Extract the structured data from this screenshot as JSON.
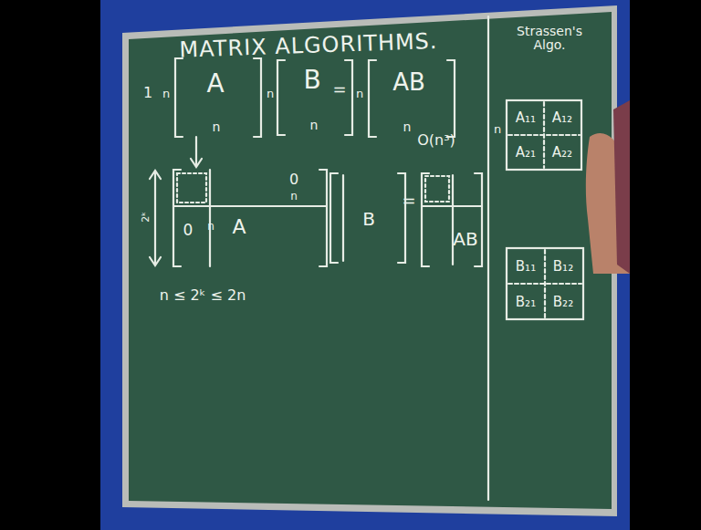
{
  "diagram": {
    "title": "MATRIX ALGORITHMS.",
    "nodes": [
      {
        "text": [
          "A₁₁"
        ]
      },
      {
        "text": [
          "A₁₂"
        ]
      },
      {
        "text": [
          "A₂₁"
        ]
      },
      {
        "text": [
          "A₂₂"
        ]
      },
      {
        "text": [
          "B₁₁"
        ]
      },
      {
        "text": [
          "B₁₂"
        ]
      },
      {
        "text": [
          "B₂₁"
        ]
      },
      {
        "text": [
          "B₂₂"
        ]
      }
    ],
    "labels": [
      "1",
      "n",
      "A",
      "n",
      "n",
      "B",
      "n",
      "=",
      "n",
      "AB",
      "n",
      "O(n³)",
      "0",
      "n",
      "0",
      "n",
      "A",
      "2ᵏ",
      "B",
      "=",
      "AB",
      "n ≤ 2ᵏ ≤ 2n",
      "Strassen's Algo.",
      "n"
    ]
  }
}
